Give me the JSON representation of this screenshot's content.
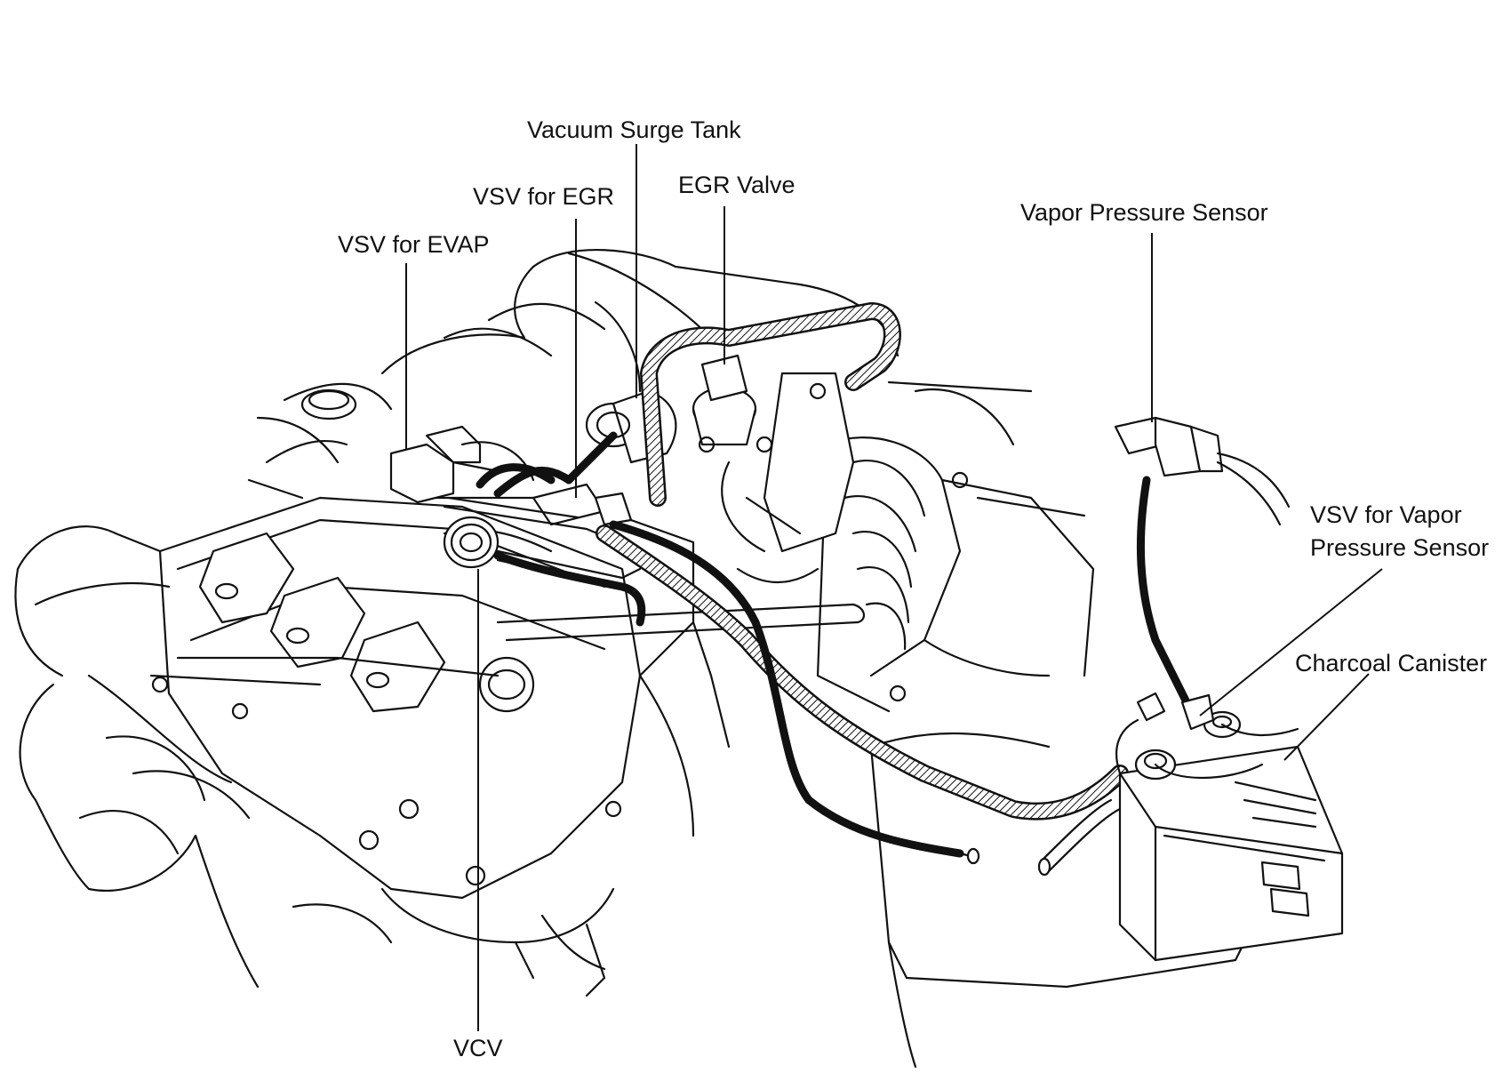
{
  "labels": {
    "vacuum_surge_tank": "Vacuum Surge Tank",
    "vsv_for_egr": "VSV for EGR",
    "egr_valve": "EGR Valve",
    "vsv_for_evap": "VSV for EVAP",
    "vapor_pressure_sensor": "Vapor Pressure Sensor",
    "vsv_for_vapor_line1": "VSV for Vapor",
    "vsv_for_vapor_line2": "Pressure Sensor",
    "charcoal_canister": "Charcoal Canister",
    "vcv": "VCV"
  }
}
